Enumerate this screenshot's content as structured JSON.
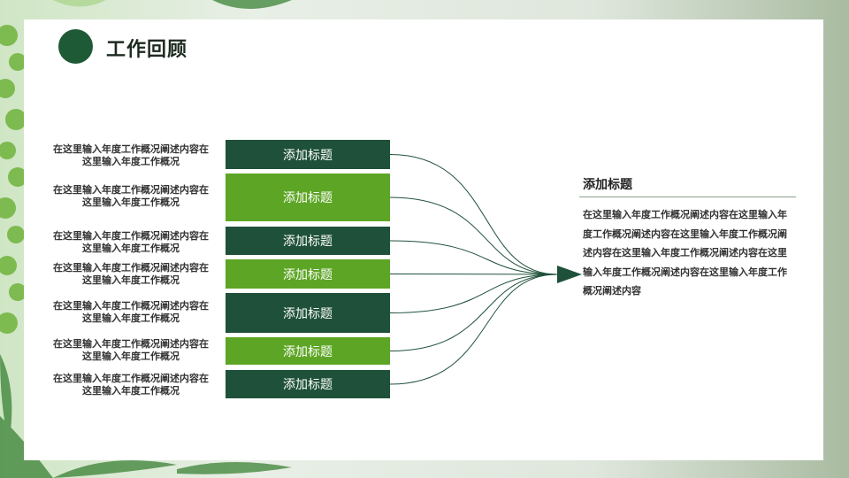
{
  "title": "工作回顾",
  "items": [
    {
      "label": "添加标题",
      "desc": "在这里输入年度工作概况阐述内容在这里输入年度工作概况",
      "style": "dark"
    },
    {
      "label": "添加标题",
      "desc": "在这里输入年度工作概况阐述内容在这里输入年度工作概况",
      "style": "light"
    },
    {
      "label": "添加标题",
      "desc": "在这里输入年度工作概况阐述内容在这里输入年度工作概况",
      "style": "dark"
    },
    {
      "label": "添加标题",
      "desc": "在这里输入年度工作概况阐述内容在这里输入年度工作概况",
      "style": "light"
    },
    {
      "label": "添加标题",
      "desc": "在这里输入年度工作概况阐述内容在这里输入年度工作概况",
      "style": "dark"
    },
    {
      "label": "添加标题",
      "desc": "在这里输入年度工作概况阐述内容在这里输入年度工作概况",
      "style": "light"
    },
    {
      "label": "添加标题",
      "desc": "在这里输入年度工作概况阐述内容在这里输入年度工作概况",
      "style": "dark"
    }
  ],
  "summary": {
    "title": "添加标题",
    "body": "在这里输入年度工作概况阐述内容在这里输入年度工作概况阐述内容在这里输入年度工作概况阐述内容在这里输入年度工作概况阐述内容在这里输入年度工作概况阐述内容在这里输入年度工作概况阐述内容"
  },
  "colors": {
    "dark": "#1f513a",
    "light": "#5da625",
    "accent": "#1f5a36"
  }
}
